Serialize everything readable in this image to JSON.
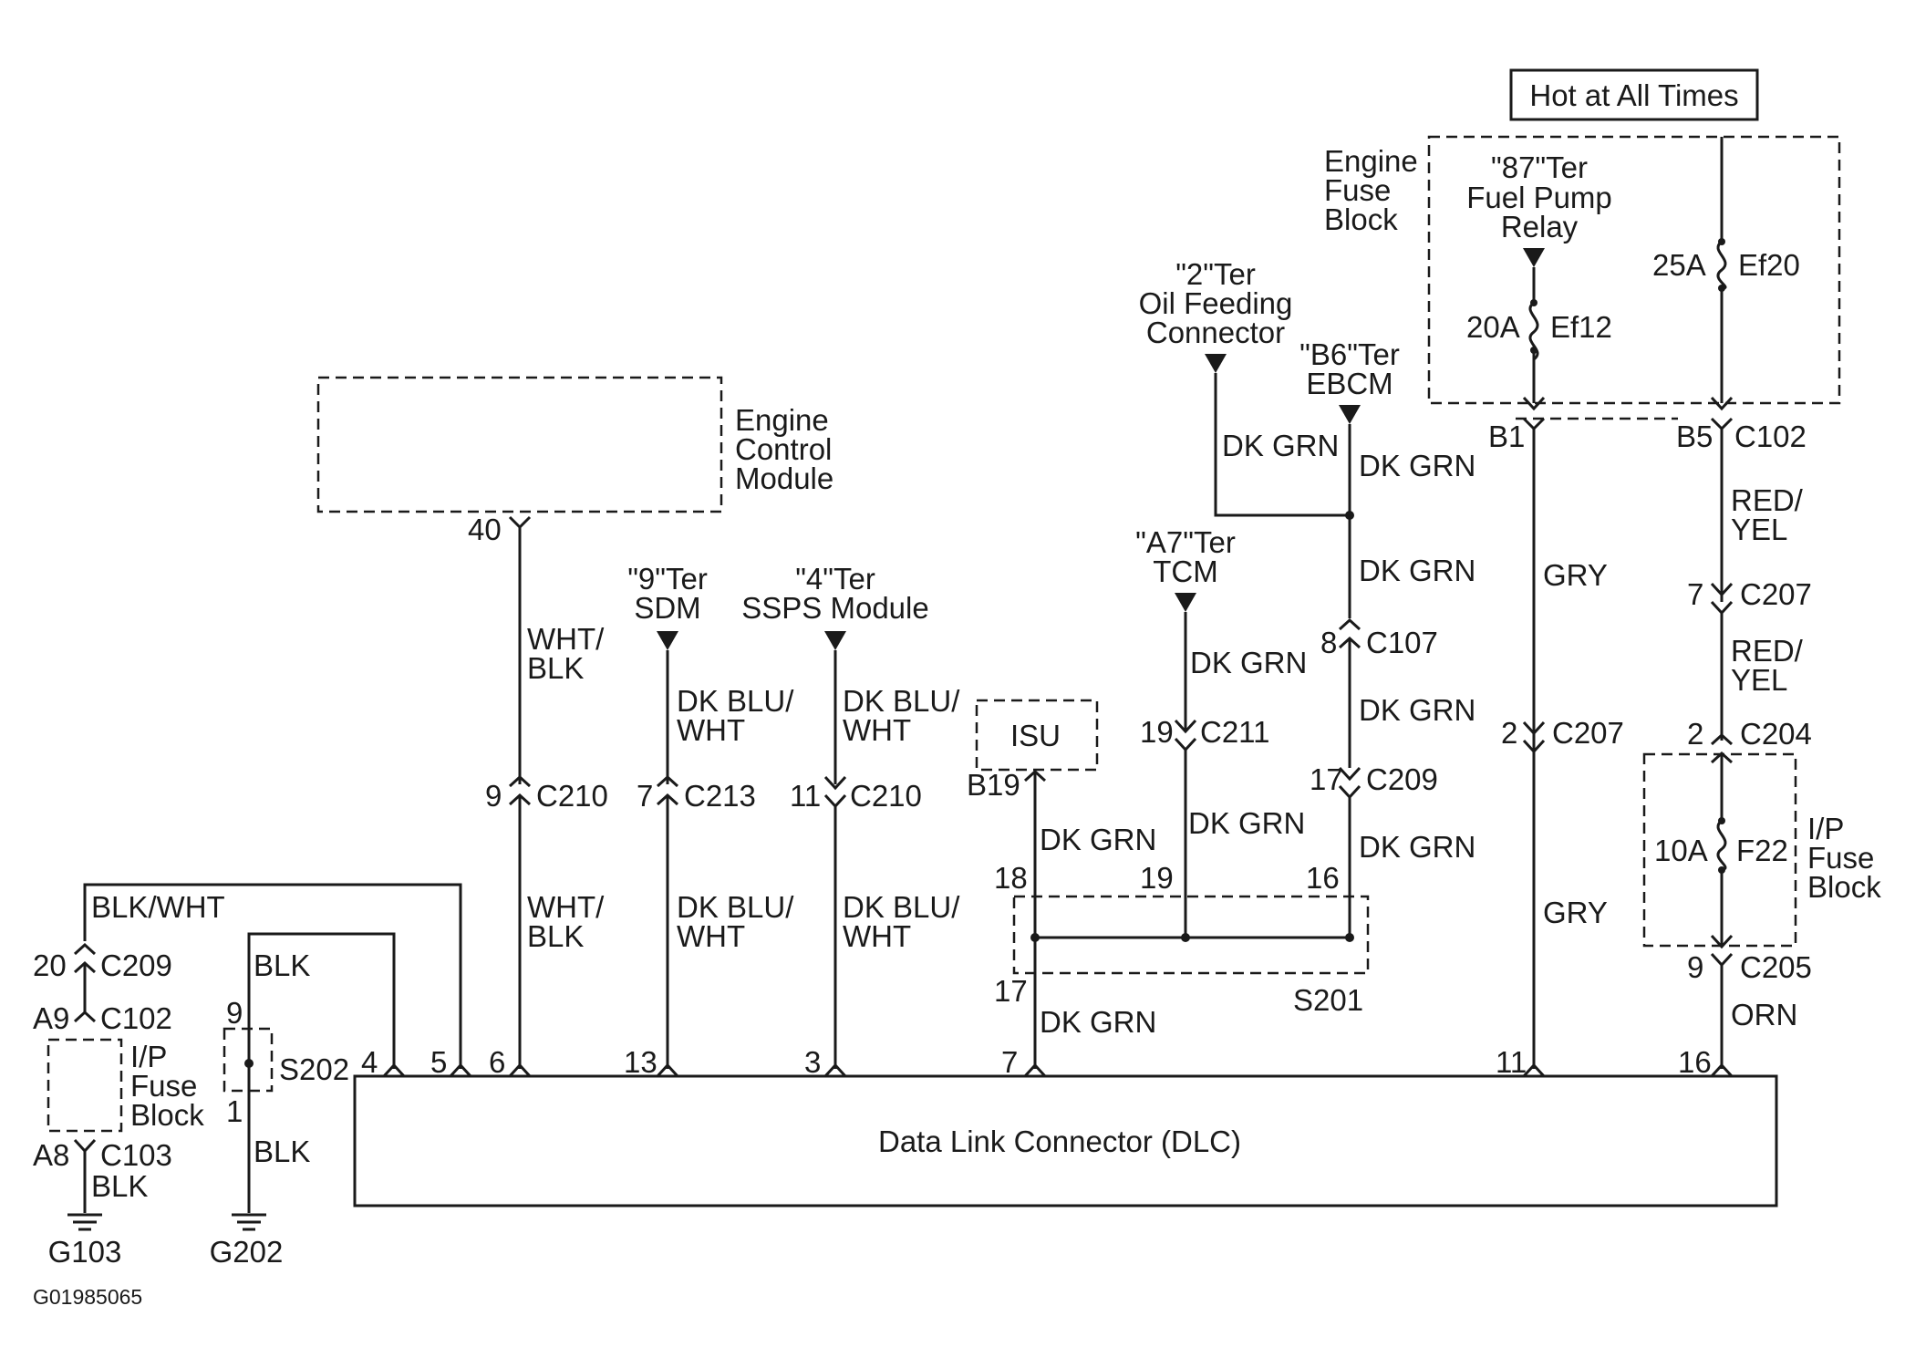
{
  "diagram_id": "G01985065",
  "hot_at_all_times": "Hot at All Times",
  "dlc": "Data Link Connector (DLC)",
  "ecm": {
    "label": [
      "Engine",
      "Control",
      "Module"
    ],
    "pin": "40"
  },
  "engine_fuse_block": {
    "label": [
      "Engine",
      "Fuse",
      "Block"
    ],
    "relay_label": [
      "\"87\"Ter",
      "Fuel Pump",
      "Relay"
    ],
    "ef12": {
      "rating": "20A",
      "name": "Ef12"
    },
    "ef20": {
      "rating": "25A",
      "name": "Ef20"
    }
  },
  "ip_fuse_block_top": {
    "label": [
      "I/P",
      "Fuse",
      "Block"
    ],
    "rating": "10A",
    "name": "F22"
  },
  "ip_fuse_block_left": {
    "label": [
      "I/P",
      "Fuse",
      "Block"
    ]
  },
  "sources": {
    "sdm": [
      "\"9\"Ter",
      "SDM"
    ],
    "ssps": [
      "\"4\"Ter",
      "SSPS Module"
    ],
    "tcm": [
      "\"A7\"Ter",
      "TCM"
    ],
    "oil": [
      "\"2\"Ter",
      "Oil Feeding",
      "Connector"
    ],
    "ebcm": [
      "\"B6\"Ter",
      "EBCM"
    ]
  },
  "isu": {
    "label": "ISU",
    "pin": "B19"
  },
  "splices": {
    "s201": "S201",
    "s202": "S202"
  },
  "grounds": {
    "g103": "G103",
    "g202": "G202"
  },
  "wires": {
    "blk_wht": "BLK/WHT",
    "blk": "BLK",
    "wht_blk": [
      "WHT/",
      "BLK"
    ],
    "dk_blu_wht": [
      "DK BLU/",
      "WHT"
    ],
    "dk_grn": "DK GRN",
    "gry": "GRY",
    "red_yel": [
      "RED/",
      "YEL"
    ],
    "orn": "ORN"
  },
  "connectors": {
    "c209_left": {
      "pin": "20",
      "name": "C209"
    },
    "c102_left": {
      "pin": "A9",
      "name": "C102"
    },
    "c103": {
      "pin": "A8",
      "name": "C103"
    },
    "s202_top": "9",
    "s202_bot": "1",
    "c210_ecm": {
      "pin": "9",
      "name": "C210"
    },
    "c213": {
      "pin": "7",
      "name": "C213"
    },
    "c210_ssps": {
      "pin": "11",
      "name": "C210"
    },
    "c211": {
      "pin": "19",
      "name": "C211"
    },
    "c107": {
      "pin": "8",
      "name": "C107"
    },
    "c209_right": {
      "pin": "17",
      "name": "C209"
    },
    "c102_b1": "B1",
    "c102_b5": {
      "pin": "B5",
      "name": "C102"
    },
    "c207_gry": {
      "pin": "2",
      "name": "C207"
    },
    "c207_red": {
      "pin": "7",
      "name": "C207"
    },
    "c204": {
      "pin": "2",
      "name": "C204"
    },
    "c205": {
      "pin": "9",
      "name": "C205"
    },
    "s201_pins": [
      "18",
      "19",
      "16",
      "17"
    ]
  },
  "dlc_pins": [
    "4",
    "5",
    "6",
    "13",
    "3",
    "7",
    "11",
    "16"
  ]
}
